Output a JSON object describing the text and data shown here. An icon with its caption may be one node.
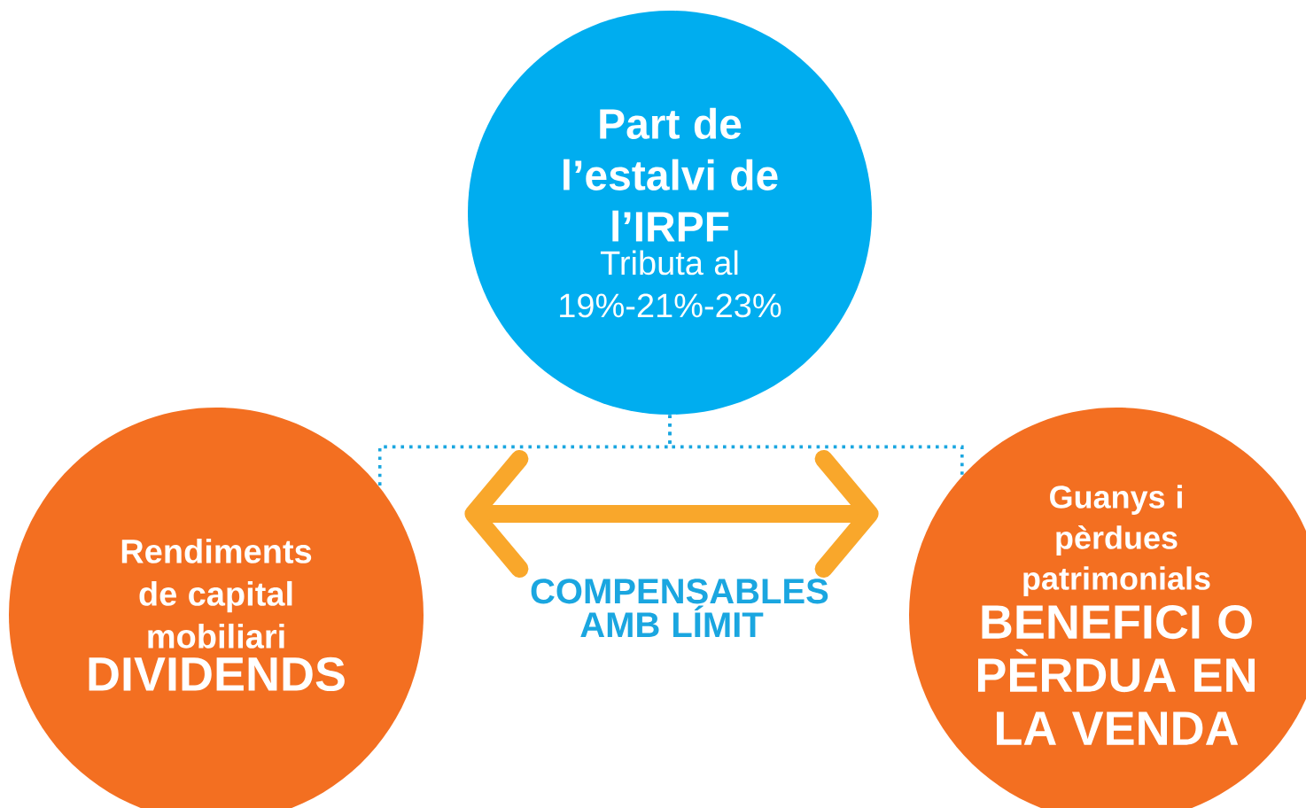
{
  "diagram": {
    "nodes": [
      {
        "text": [
          "Part de l’estalvi de l’IRPF",
          "Tributa al 19%-21%-23%"
        ]
      },
      {
        "text": [
          "Rendiments de capital mobiliari",
          "DIVIDENDS"
        ]
      },
      {
        "text": [
          "Guanys i pèrdues patrimonials",
          "BENEFICI O PÈRDUA EN LA VENDA"
        ]
      }
    ],
    "edges": [
      {
        "from": 0,
        "to": 1,
        "arrow": "none",
        "style": "dashed",
        "color": "#1aa6e0"
      },
      {
        "from": 0,
        "to": 2,
        "arrow": "none",
        "style": "dashed",
        "color": "#1aa6e0"
      },
      {
        "from": 1,
        "to": 2,
        "arrow": "both",
        "style": "thick",
        "color": "#f9a72b",
        "label": "COMPENSABLES AMB LÍMIT"
      }
    ]
  }
}
